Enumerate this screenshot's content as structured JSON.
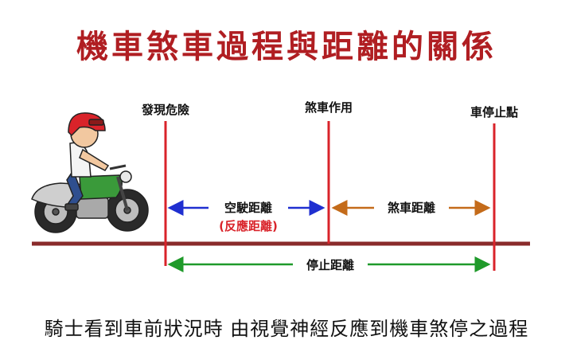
{
  "title": "機車煞車過程與距離的關係",
  "events": {
    "danger": "發現危險",
    "brake": "煞車作用",
    "stop": "車停止點"
  },
  "distances": {
    "idle": "空駛距離",
    "reaction": "(反應距離)",
    "braking": "煞車距離",
    "stopping": "停止距離"
  },
  "caption": "騎士看到車前狀況時 由視覺神經反應到機車煞停之過程",
  "colors": {
    "title": "#b01e22",
    "marker_line": "#d9232a",
    "road": "#8a2b2b",
    "idle_arrow": "#1f2fd0",
    "braking_arrow": "#c46b1a",
    "stopping_arrow": "#1f9a2a",
    "reaction_text": "#d9232a"
  },
  "icons": [
    "motorcycle-rider-icon"
  ]
}
